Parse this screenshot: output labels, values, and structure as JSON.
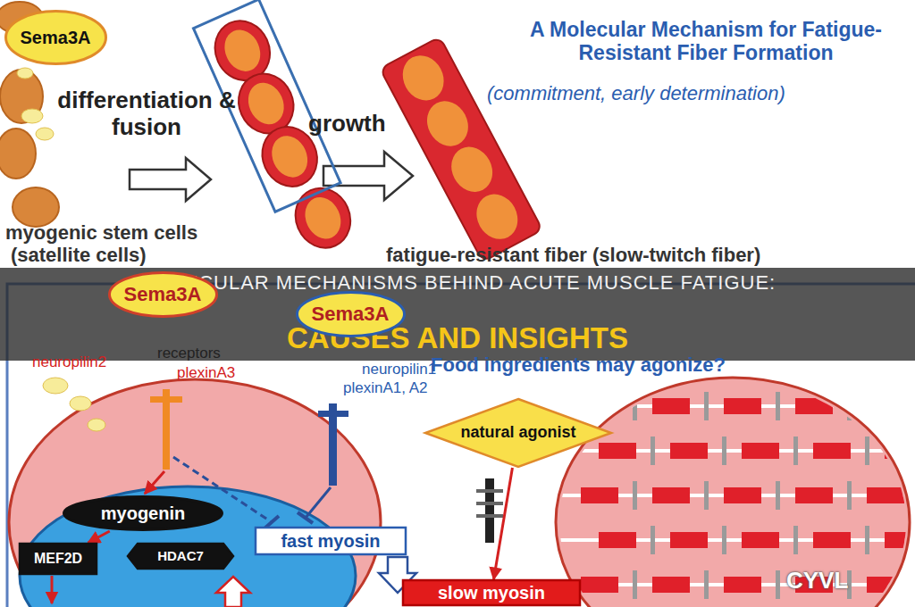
{
  "diagram": {
    "title": "MOLECULAR MECHANISMS BEHIND ACUTE MUSCLE FATIGUE:",
    "nodes": [
      {
        "text": [
          "Sema3A"
        ]
      },
      {
        "text": [
          "Sema3A"
        ]
      },
      {
        "text": [
          "Sema3A"
        ]
      },
      {
        "text": [
          "natural agonist"
        ]
      },
      {
        "text": [
          "myogenin"
        ]
      },
      {
        "text": [
          "fast myosin"
        ]
      },
      {
        "text": [
          "MEF2D"
        ]
      },
      {
        "text": [
          "HDAC7"
        ]
      },
      {
        "text": [
          "slow myosin"
        ]
      }
    ],
    "edges": [
      {
        "from": 4,
        "to": 6,
        "arrow": "to"
      },
      {
        "from": 3,
        "to": 8,
        "arrow": "to"
      }
    ],
    "labels": [
      "differentiation & fusion",
      "growth",
      "A Molecular Mechanism for Fatigue-Resistant Fiber Formation",
      "(commitment, early determination)",
      "myogenic stem cells",
      "(satellite cells)",
      "fatigue-resistant fiber (slow-twitch fiber)",
      "CAUSES AND INSIGHTS",
      "neuropilin2",
      "receptors",
      "plexinA3",
      "neuropilin1",
      "plexinA1, A2",
      "Food ingredients may agonize?",
      "CYVL"
    ]
  }
}
